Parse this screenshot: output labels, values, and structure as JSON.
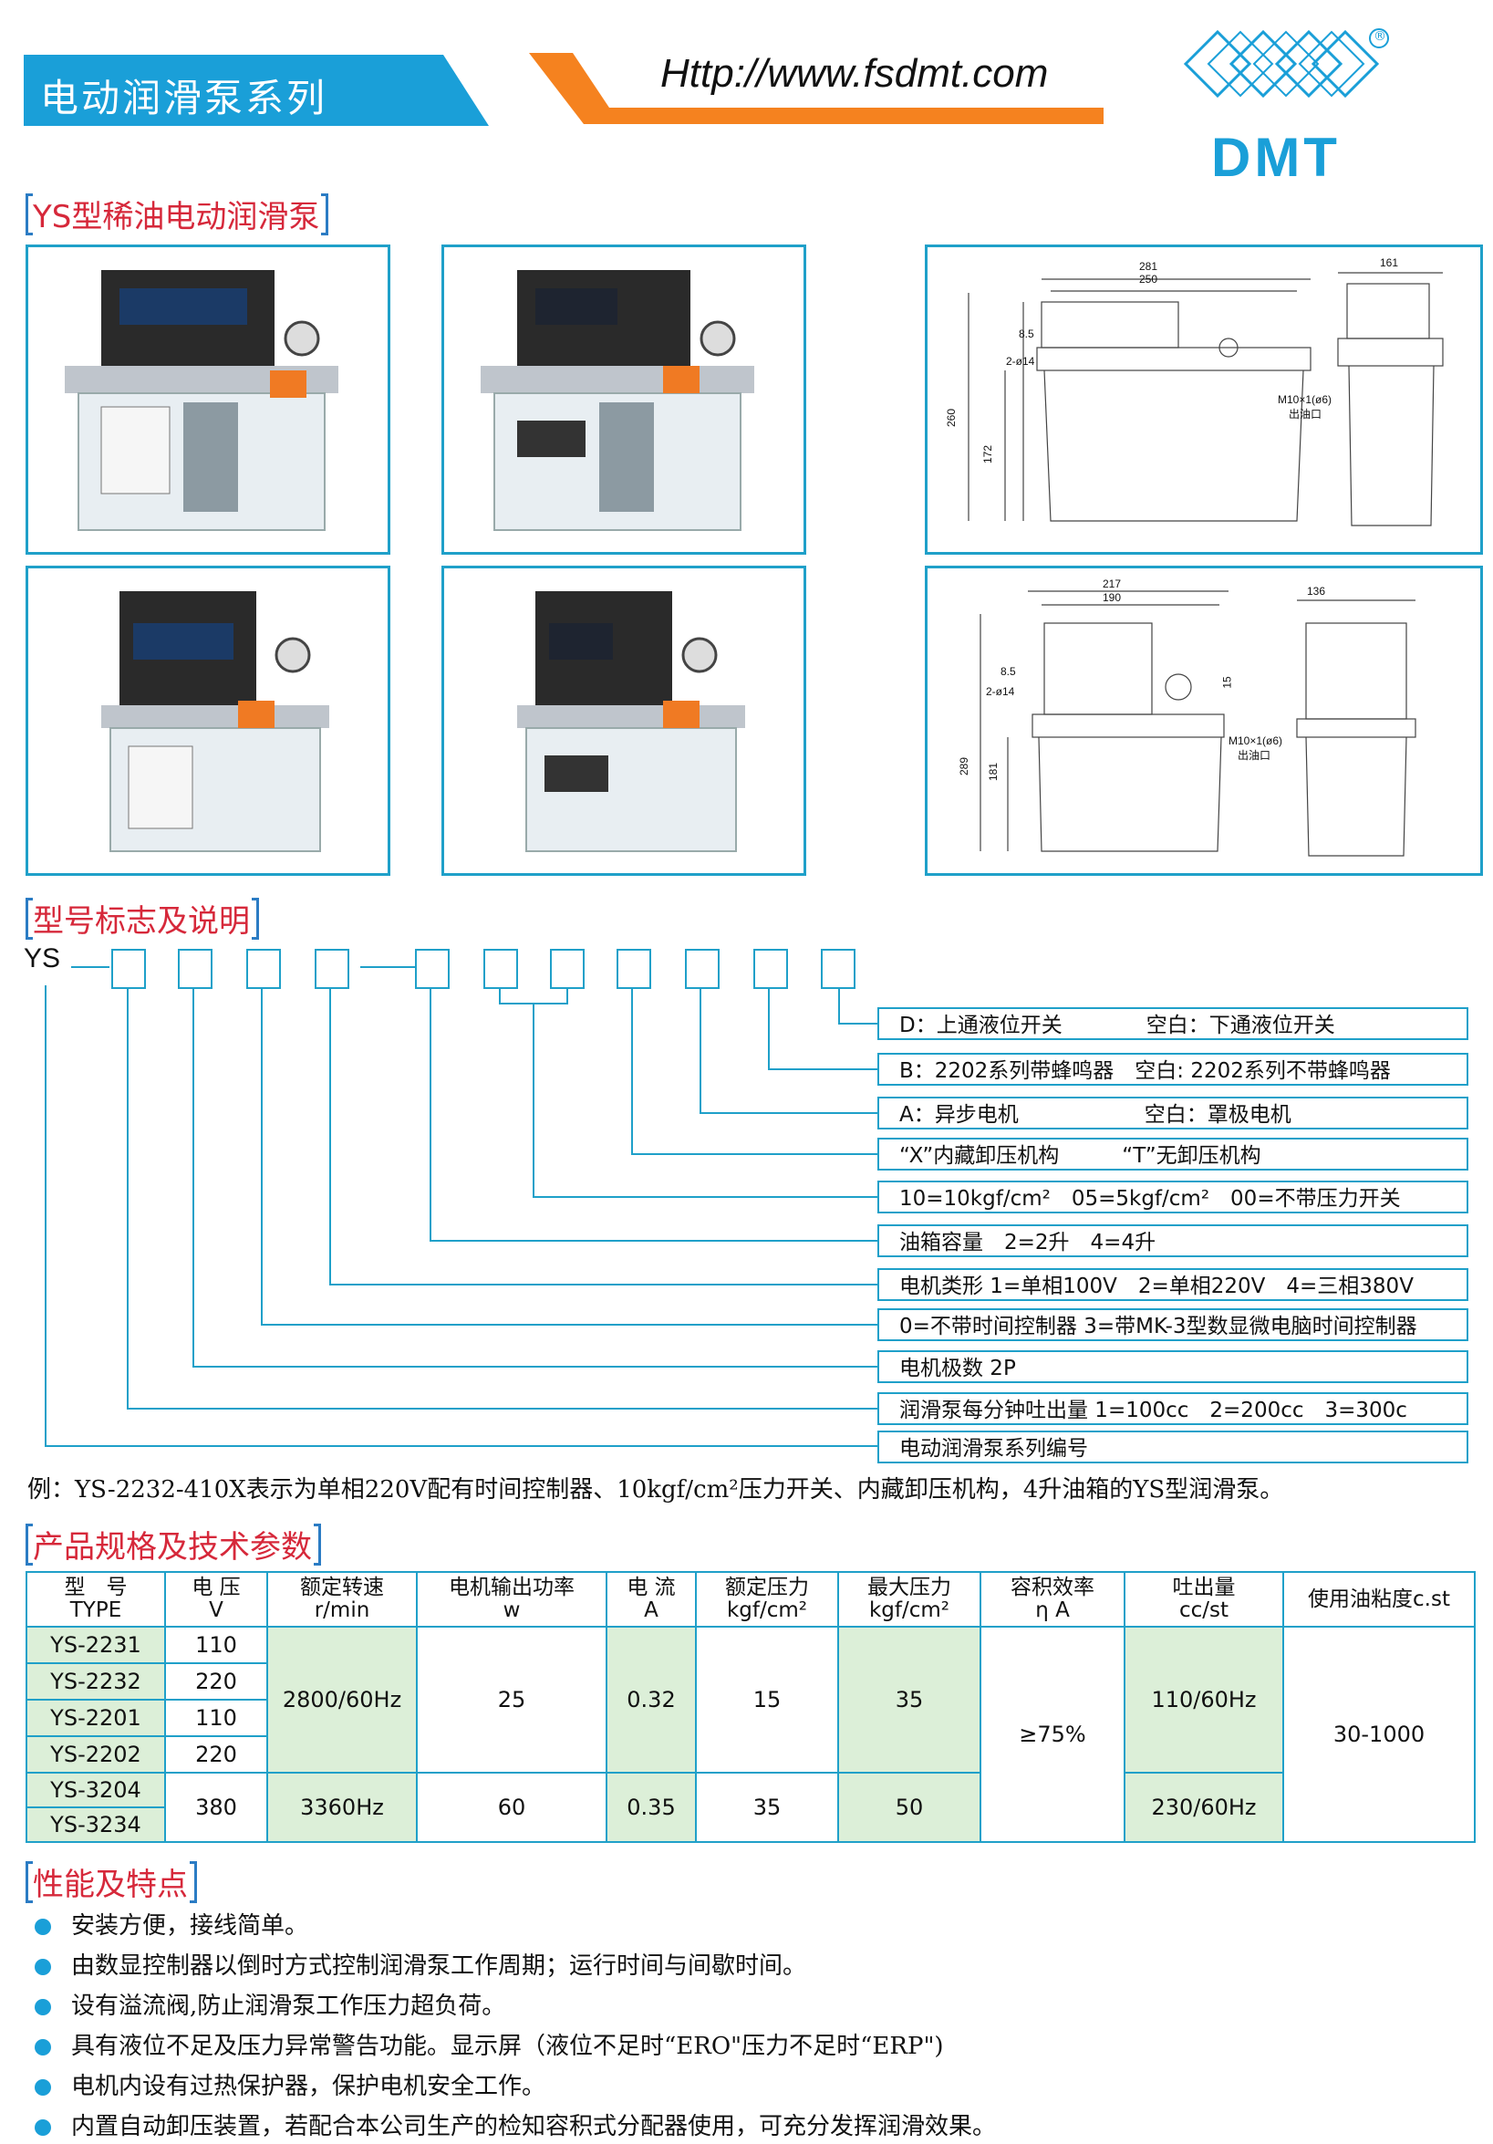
{
  "header": {
    "title": "电动润滑泵系列",
    "url": "Http://www.fsdmt.com",
    "logo_text": "DMT",
    "logo_mark": "®",
    "colors": {
      "blue": "#1a9fd8",
      "orange": "#f5821f",
      "red": "#d6283a"
    }
  },
  "section1": {
    "title": "YS型稀油电动润滑泵"
  },
  "drawing1": {
    "w281": "281",
    "w250": "250",
    "w161": "161",
    "d85": "8.5",
    "d214": "2-ø14",
    "h260": "260",
    "h172": "172",
    "port": "M10×1(ø6)",
    "port_label": "出油口"
  },
  "drawing2": {
    "w217": "217",
    "w190": "190",
    "w136": "136",
    "d85": "8.5",
    "d214": "2-ø14",
    "h289": "289",
    "h181": "181",
    "d15": "15",
    "port": "M10×1(ø6)",
    "port_label": "出油口"
  },
  "section2": {
    "title": "型号标志及说明",
    "prefix": "YS"
  },
  "code_desc": [
    "D：上通液位开关　　　　空白：下通液位开关",
    "B：2202系列带蜂鸣器　空白: 2202系列不带蜂鸣器",
    "A：异步电机　　　　　　空白：罩极电机",
    "“X”内藏卸压机构　　　“T”无卸压机构",
    "10=10kgf/cm²　05=5kgf/cm²　00=不带压力开关",
    "油箱容量　2=2升　4=4升",
    "电机类形 1=单相100V　2=单相220V　4=三相380V",
    "0=不带时间控制器 3=带MK-3型数显微电脑时间控制器",
    "电机极数 2P",
    "润滑泵每分钟吐出量 1=100cc　2=200cc　3=300c",
    "电动润滑泵系列编号"
  ],
  "example": "例：YS-2232-410X表示为单相220V配有时间控制器、10kgf/cm²压力开关、内藏卸压机构，4升油箱的YS型润滑泵。",
  "section3": {
    "title": "产品规格及技术参数"
  },
  "table": {
    "headers": [
      [
        "型　号",
        "TYPE"
      ],
      [
        "电 压",
        "V"
      ],
      [
        "额定转速",
        "r/min"
      ],
      [
        "电机输出功率",
        "w"
      ],
      [
        "电 流",
        "A"
      ],
      [
        "额定压力",
        "kgf/cm²"
      ],
      [
        "最大压力",
        "kgf/cm²"
      ],
      [
        "容积效率",
        "η A"
      ],
      [
        "吐出量",
        "cc/st"
      ],
      [
        "使用油粘度c.st",
        ""
      ]
    ],
    "types": [
      "YS-2231",
      "YS-2232",
      "YS-2201",
      "YS-2202",
      "YS-3204",
      "YS-3234"
    ],
    "voltage": [
      "110",
      "220",
      "110",
      "220",
      "380"
    ],
    "speed": [
      "2800/60Hz",
      "3360Hz"
    ],
    "power": [
      "25",
      "60"
    ],
    "current": [
      "0.32",
      "0.35"
    ],
    "rated_pressure": [
      "15",
      "35"
    ],
    "max_pressure": [
      "35",
      "50"
    ],
    "efficiency": "≥75%",
    "output": [
      "110/60Hz",
      "230/60Hz"
    ],
    "viscosity": "30-1000"
  },
  "section4": {
    "title": "性能及特点"
  },
  "features": [
    "安装方便，接线简单。",
    "由数显控制器以倒时方式控制润滑泵工作周期；运行时间与间歇时间。",
    "设有溢流阀,防止润滑泵工作压力超负荷。",
    "具有液位不足及压力异常警告功能。显示屏（液位不足时“ERO\"压力不足时“ERP\")",
    "电机内设有过热保护器，保护电机安全工作。",
    "内置自动卸压装置，若配合本公司生产的检知容积式分配器使用，可充分发挥润滑效果。"
  ]
}
